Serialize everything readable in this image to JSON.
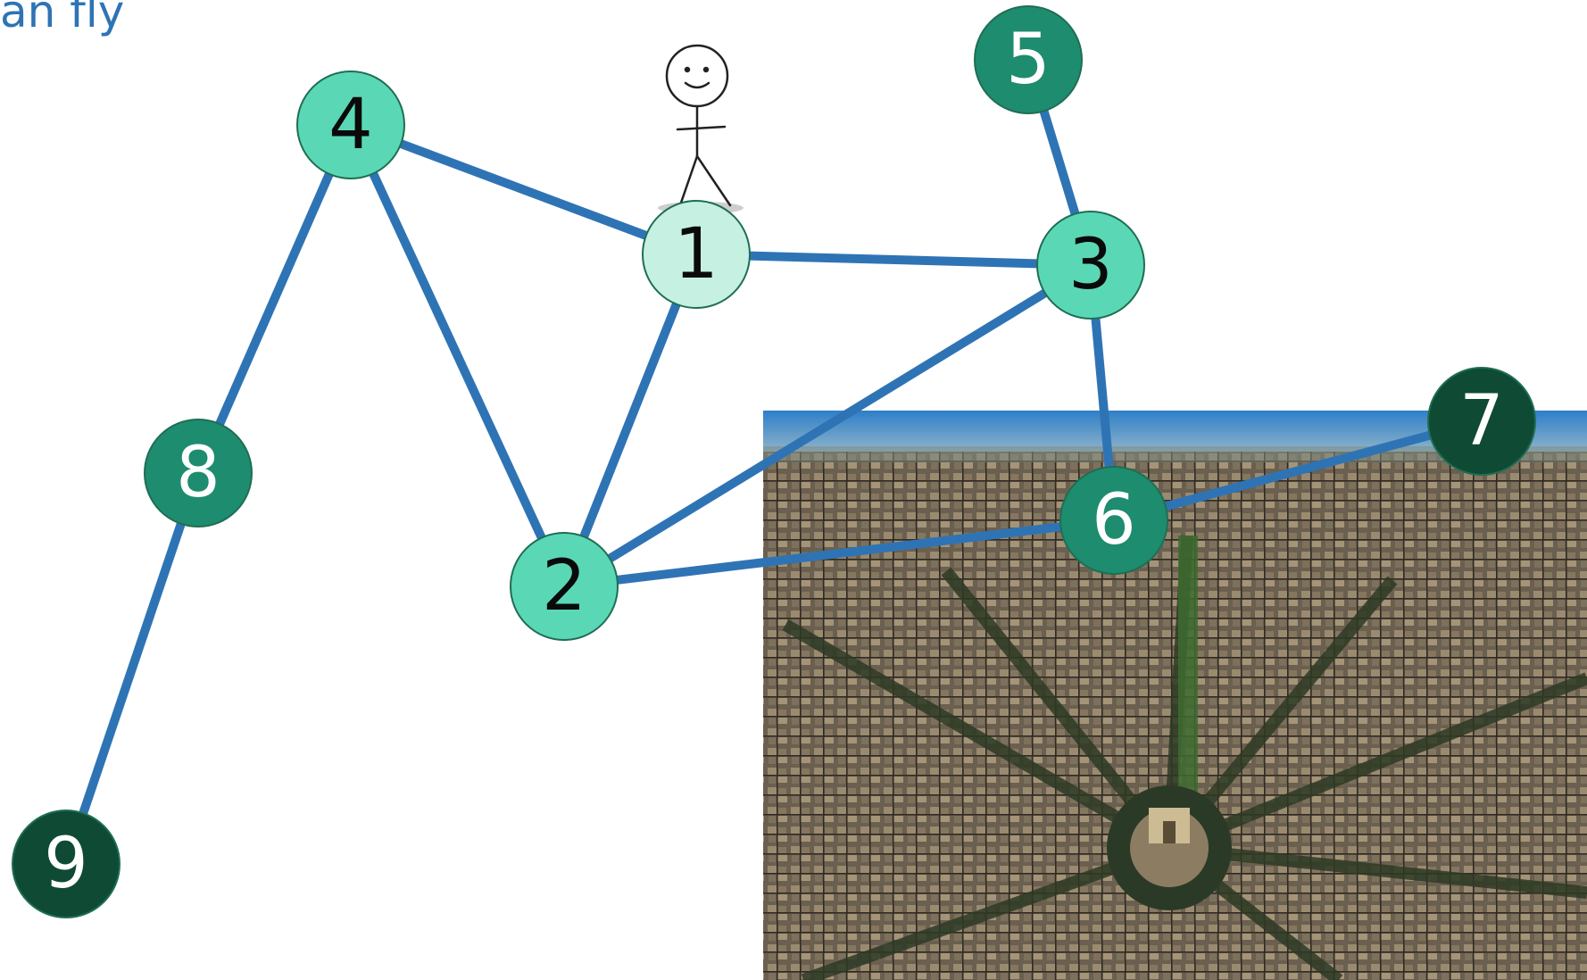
{
  "title": "an fly",
  "colors": {
    "edge": "#2e74b5",
    "node_light": "#c5f0e2",
    "node_mid": "#5ad8b6",
    "node_dark": "#1e8c6e",
    "node_darkest": "#0f4a35",
    "node_stroke": "#1f6e54",
    "label_dark": "#0a0a0a",
    "label_light": "#ffffff"
  },
  "graph": {
    "nodes": [
      {
        "id": "1",
        "label": "1",
        "shade": "light"
      },
      {
        "id": "2",
        "label": "2",
        "shade": "mid"
      },
      {
        "id": "3",
        "label": "3",
        "shade": "mid"
      },
      {
        "id": "4",
        "label": "4",
        "shade": "mid"
      },
      {
        "id": "5",
        "label": "5",
        "shade": "dark"
      },
      {
        "id": "6",
        "label": "6",
        "shade": "dark"
      },
      {
        "id": "7",
        "label": "7",
        "shade": "darkest"
      },
      {
        "id": "8",
        "label": "8",
        "shade": "dark"
      },
      {
        "id": "9",
        "label": "9",
        "shade": "darkest"
      }
    ],
    "edges": [
      [
        "4",
        "1"
      ],
      [
        "4",
        "8"
      ],
      [
        "4",
        "2"
      ],
      [
        "1",
        "3"
      ],
      [
        "1",
        "2"
      ],
      [
        "5",
        "3"
      ],
      [
        "3",
        "2"
      ],
      [
        "3",
        "6"
      ],
      [
        "2",
        "6"
      ],
      [
        "6",
        "7"
      ],
      [
        "8",
        "9"
      ]
    ]
  },
  "figures": {
    "stick_figure": "stick-figure",
    "photo": "aerial-paris-arc-de-triomphe"
  }
}
